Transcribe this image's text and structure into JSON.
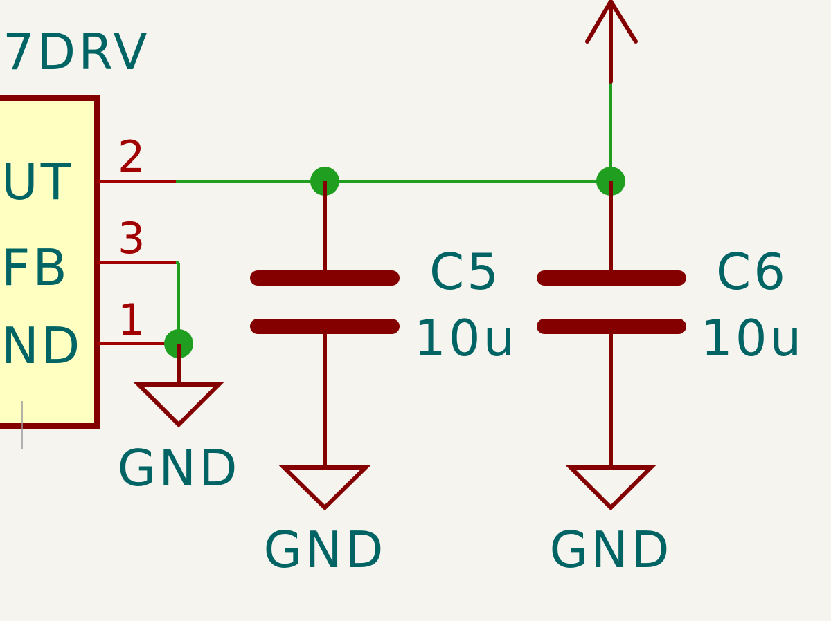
{
  "colors": {
    "background": "#f5f4ef",
    "wire": "#1f9e1f",
    "symbol": "#840000",
    "pin": "#a10000",
    "text": "#006464",
    "body_fill": "#ffffc2"
  },
  "ic": {
    "name_partial": "7DRV",
    "pins": [
      {
        "number": "2",
        "name_partial": "UT"
      },
      {
        "number": "3",
        "name_partial": "FB"
      },
      {
        "number": "1",
        "name_partial": "ND"
      }
    ]
  },
  "capacitors": [
    {
      "ref": "C5",
      "value": "10u"
    },
    {
      "ref": "C6",
      "value": "10u"
    }
  ],
  "power": {
    "gnd_label": "GND",
    "top_symbol": "power-arrow-up"
  }
}
